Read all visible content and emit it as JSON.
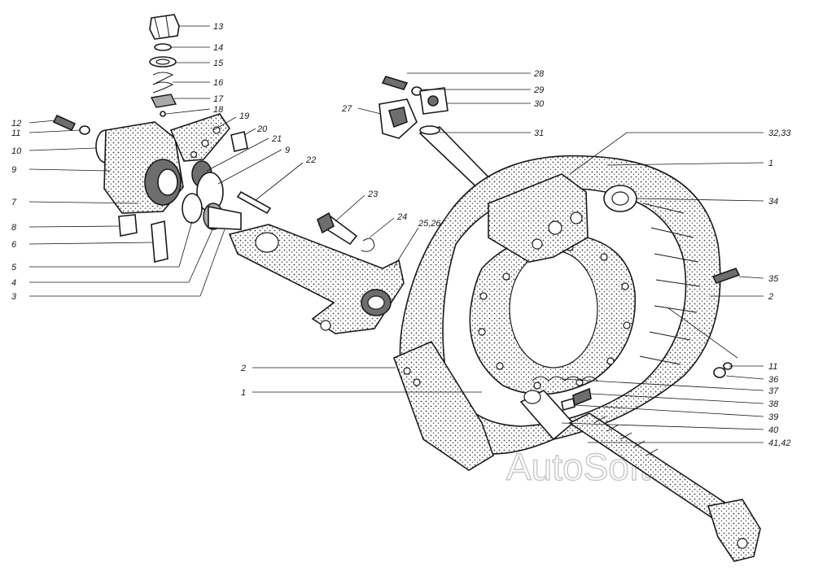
{
  "watermark": "AutoSoft",
  "callouts_left": [
    {
      "id": "12",
      "label": "12"
    },
    {
      "id": "11",
      "label": "11"
    },
    {
      "id": "10",
      "label": "10"
    },
    {
      "id": "9",
      "label": "9"
    },
    {
      "id": "7",
      "label": "7"
    },
    {
      "id": "8",
      "label": "8"
    },
    {
      "id": "6",
      "label": "6"
    },
    {
      "id": "5",
      "label": "5"
    },
    {
      "id": "4",
      "label": "4"
    },
    {
      "id": "3",
      "label": "3"
    },
    {
      "id": "2",
      "label": "2"
    },
    {
      "id": "1",
      "label": "1"
    }
  ],
  "callouts_top": [
    {
      "id": "13",
      "label": "13"
    },
    {
      "id": "14",
      "label": "14"
    },
    {
      "id": "15",
      "label": "15"
    },
    {
      "id": "16",
      "label": "16"
    },
    {
      "id": "17",
      "label": "17"
    },
    {
      "id": "18",
      "label": "18"
    },
    {
      "id": "19",
      "label": "19"
    },
    {
      "id": "20",
      "label": "20"
    },
    {
      "id": "21",
      "label": "21"
    },
    {
      "id": "9b",
      "label": "9"
    },
    {
      "id": "22",
      "label": "22"
    },
    {
      "id": "23",
      "label": "23"
    },
    {
      "id": "24",
      "label": "24"
    },
    {
      "id": "25_26",
      "label": "25,26"
    },
    {
      "id": "27",
      "label": "27"
    },
    {
      "id": "28",
      "label": "28"
    },
    {
      "id": "29",
      "label": "29"
    },
    {
      "id": "30",
      "label": "30"
    },
    {
      "id": "31",
      "label": "31"
    }
  ],
  "callouts_right": [
    {
      "id": "32_33",
      "label": "32,33"
    },
    {
      "id": "1r",
      "label": "1"
    },
    {
      "id": "34",
      "label": "34"
    },
    {
      "id": "35",
      "label": "35"
    },
    {
      "id": "2r",
      "label": "2"
    },
    {
      "id": "11r",
      "label": "11"
    },
    {
      "id": "36",
      "label": "36"
    },
    {
      "id": "37",
      "label": "37"
    },
    {
      "id": "38",
      "label": "38"
    },
    {
      "id": "39",
      "label": "39"
    },
    {
      "id": "40",
      "label": "40"
    },
    {
      "id": "41_42",
      "label": "41,42"
    }
  ]
}
